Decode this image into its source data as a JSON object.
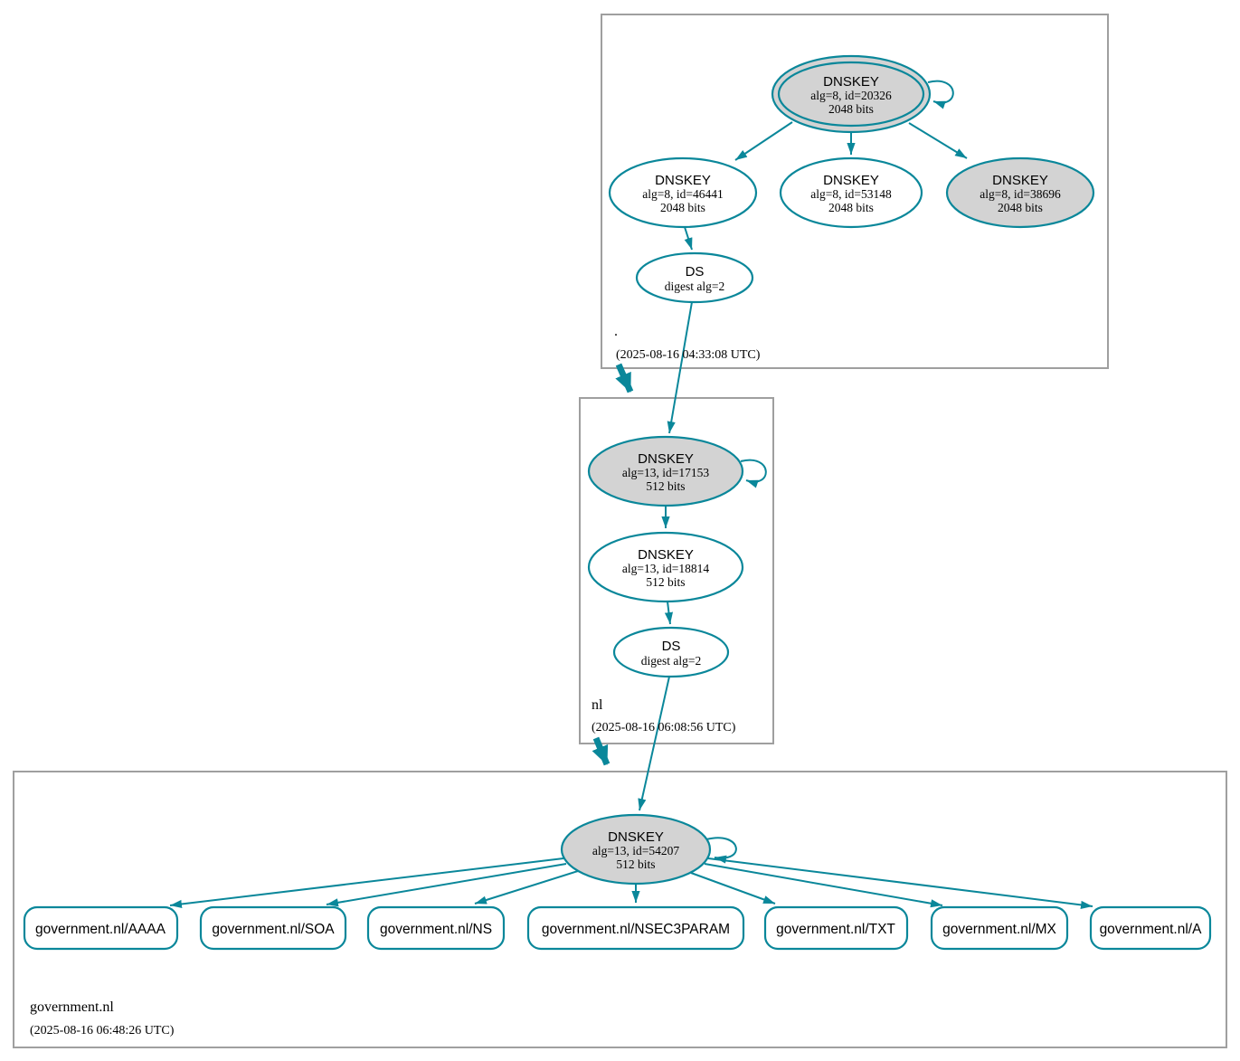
{
  "colors": {
    "edge": "#0a879a",
    "ksk_fill": "#d3d3d3",
    "node_fill": "#ffffff",
    "box_border": "#9f9f9f",
    "text": "#000000"
  },
  "zones": {
    "root": {
      "label": ".",
      "timestamp": "(2025-08-16 04:33:08 UTC)",
      "ksk": {
        "title": "DNSKEY",
        "alg": "alg=8, id=20326",
        "bits": "2048 bits"
      },
      "zsk1": {
        "title": "DNSKEY",
        "alg": "alg=8, id=46441",
        "bits": "2048 bits"
      },
      "zsk2": {
        "title": "DNSKEY",
        "alg": "alg=8, id=53148",
        "bits": "2048 bits"
      },
      "ksk2": {
        "title": "DNSKEY",
        "alg": "alg=8, id=38696",
        "bits": "2048 bits"
      },
      "ds": {
        "title": "DS",
        "digest": "digest alg=2"
      }
    },
    "nl": {
      "label": "nl",
      "timestamp": "(2025-08-16 06:08:56 UTC)",
      "ksk": {
        "title": "DNSKEY",
        "alg": "alg=13, id=17153",
        "bits": "512 bits"
      },
      "zsk": {
        "title": "DNSKEY",
        "alg": "alg=13, id=18814",
        "bits": "512 bits"
      },
      "ds": {
        "title": "DS",
        "digest": "digest alg=2"
      }
    },
    "government_nl": {
      "label": "government.nl",
      "timestamp": "(2025-08-16 06:48:26 UTC)",
      "ksk": {
        "title": "DNSKEY",
        "alg": "alg=13, id=54207",
        "bits": "512 bits"
      },
      "rrsets": [
        "government.nl/AAAA",
        "government.nl/SOA",
        "government.nl/NS",
        "government.nl/NSEC3PARAM",
        "government.nl/TXT",
        "government.nl/MX",
        "government.nl/A"
      ]
    }
  }
}
